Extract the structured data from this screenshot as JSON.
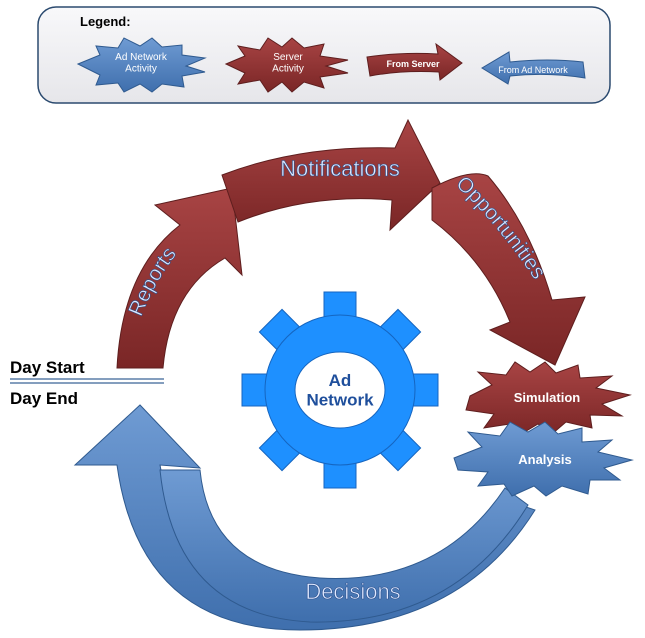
{
  "legend": {
    "title": "Legend:",
    "ad_network_activity": "Ad Network\nActivity",
    "server_activity": "Server\nActivity",
    "from_server": "From Server",
    "from_ad_network": "From Ad Network"
  },
  "cycle": {
    "reports": "Reports",
    "notifications": "Notifications",
    "opportunities": "Opportunities",
    "decisions": "Decisions",
    "simulation": "Simulation",
    "analysis": "Analysis",
    "center": "Ad\nNetwork",
    "day_start": "Day Start",
    "day_end": "Day End"
  },
  "colors": {
    "server": "#8b3232",
    "ad_network": "#4f81bd",
    "gear": "#1e90ff",
    "legend_bg": "#f1f1f3"
  }
}
